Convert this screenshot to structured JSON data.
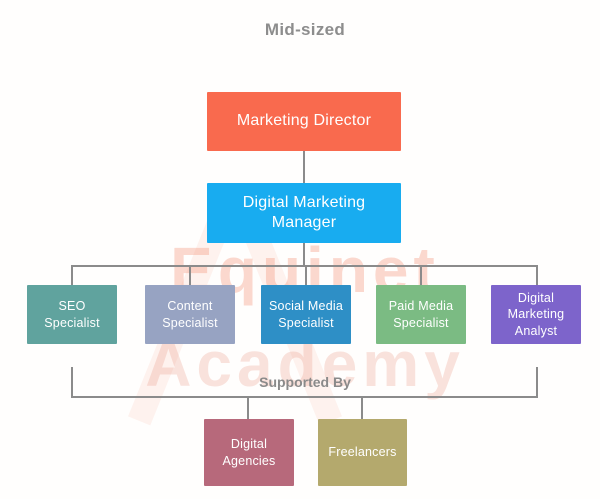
{
  "title": "Mid-sized",
  "watermark": {
    "line1": "Equinet",
    "line2": "Academy"
  },
  "colors": {
    "connector": "#8b8b8b",
    "heading_gray": "#8a8a8a",
    "node_text": "#ffffff"
  },
  "org": {
    "root": {
      "label": "Marketing Director",
      "color": "#f96a4e"
    },
    "manager": {
      "label": "Digital Marketing\nManager",
      "color": "#18acf0"
    },
    "specialists": [
      {
        "label": "SEO\nSpecialist",
        "color": "#60a39e"
      },
      {
        "label": "Content\nSpecialist",
        "color": "#97a3c2"
      },
      {
        "label": "Social Media\nSpecialist",
        "color": "#2e8fc6"
      },
      {
        "label": "Paid Media\nSpecialist",
        "color": "#7bbb83"
      },
      {
        "label": "Digital\nMarketing\nAnalyst",
        "color": "#7d64cb"
      }
    ],
    "supported_by_label": "Supported By",
    "supporters": [
      {
        "label": "Digital\nAgencies",
        "color": "#b7697b"
      },
      {
        "label": "Freelancers",
        "color": "#b4a96d"
      }
    ]
  }
}
